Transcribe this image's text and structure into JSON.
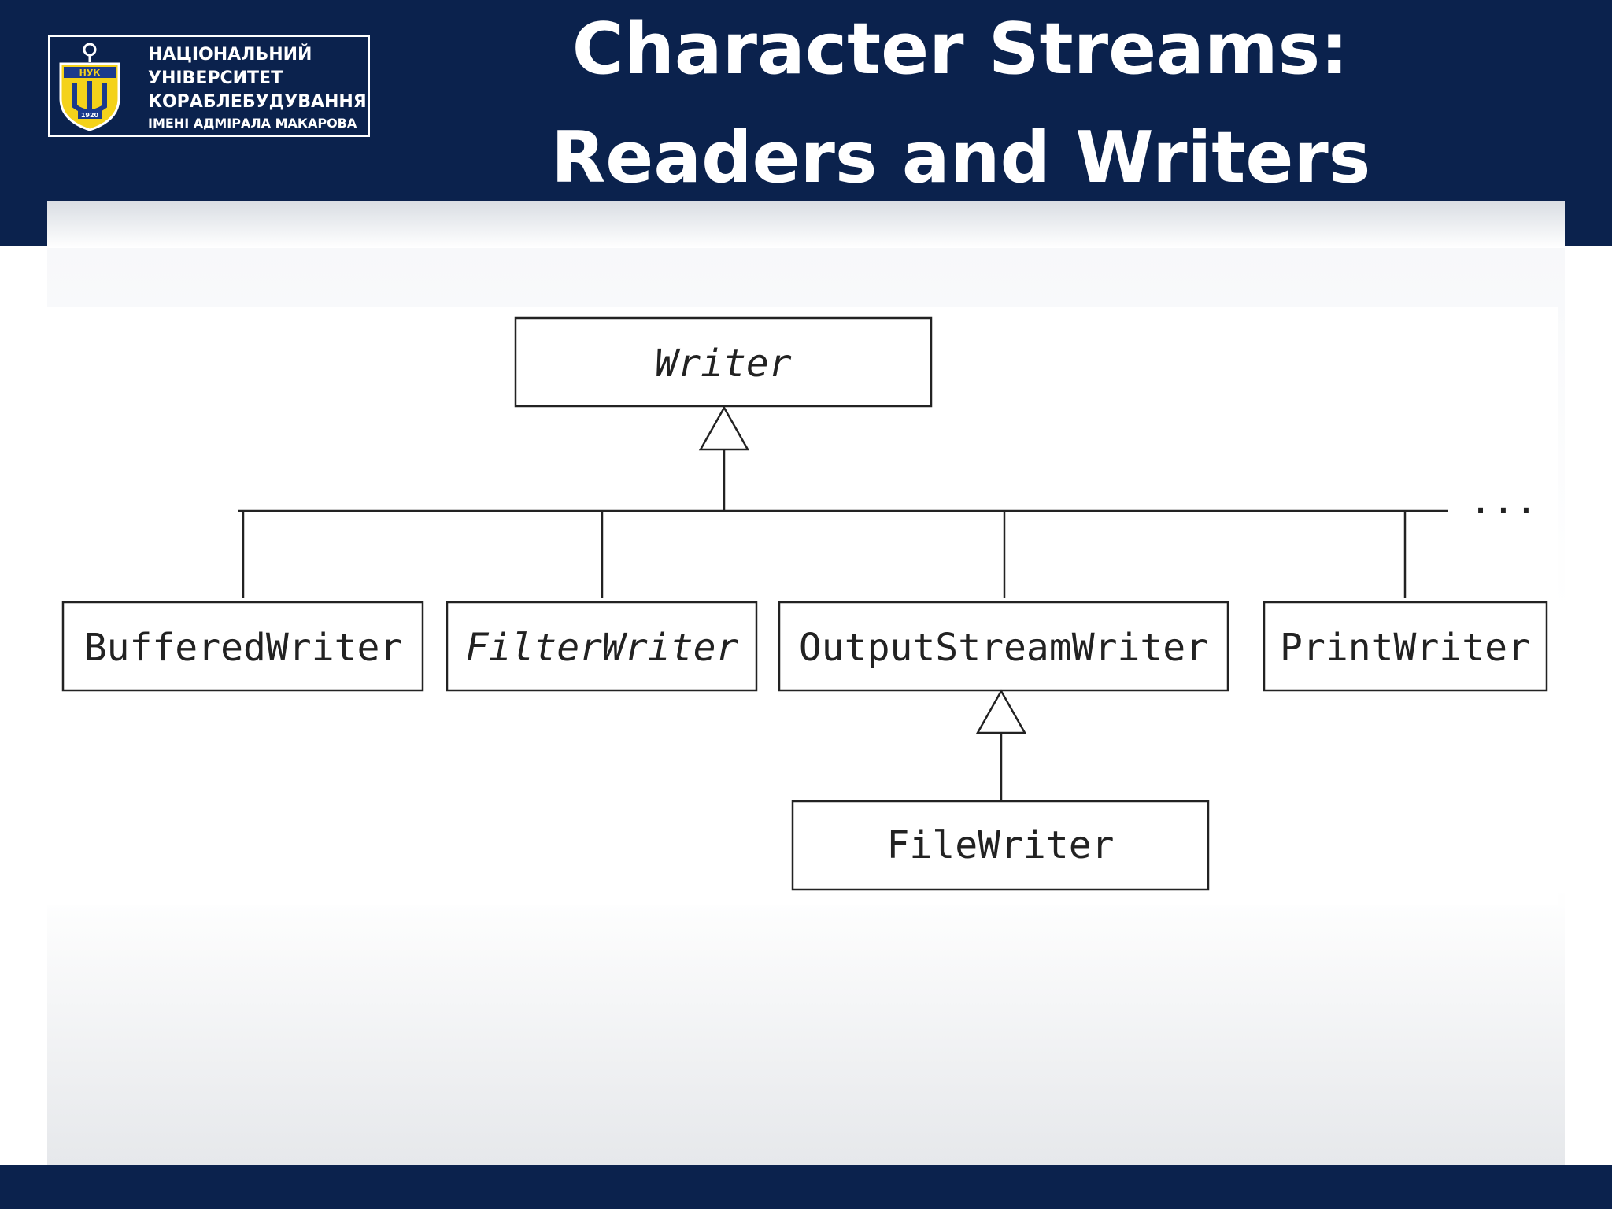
{
  "header": {
    "university": {
      "line1": "НАЦІОНАЛЬНИЙ",
      "line2": "УНІВЕРСИТЕТ",
      "line3": "КОРАБЛЕБУДУВАННЯ",
      "line4": "ІМЕНІ АДМІРАЛА МАКАРОВА",
      "emblem_text": "НУК",
      "emblem_year": "1920"
    },
    "title": {
      "line1": "Character Streams:",
      "line2": "Readers and Writers"
    }
  },
  "diagram": {
    "root": {
      "label": "Writer"
    },
    "children": [
      {
        "label": "BufferedWriter"
      },
      {
        "label": "FilterWriter"
      },
      {
        "label": "OutputStreamWriter"
      },
      {
        "label": "PrintWriter"
      }
    ],
    "grandchild": {
      "label": "FileWriter"
    },
    "ellipsis": "..."
  },
  "colors": {
    "header_bg": "#0b224d",
    "emblem_yellow": "#f4d21a",
    "emblem_blue": "#1b3a8c",
    "line": "#222222"
  }
}
